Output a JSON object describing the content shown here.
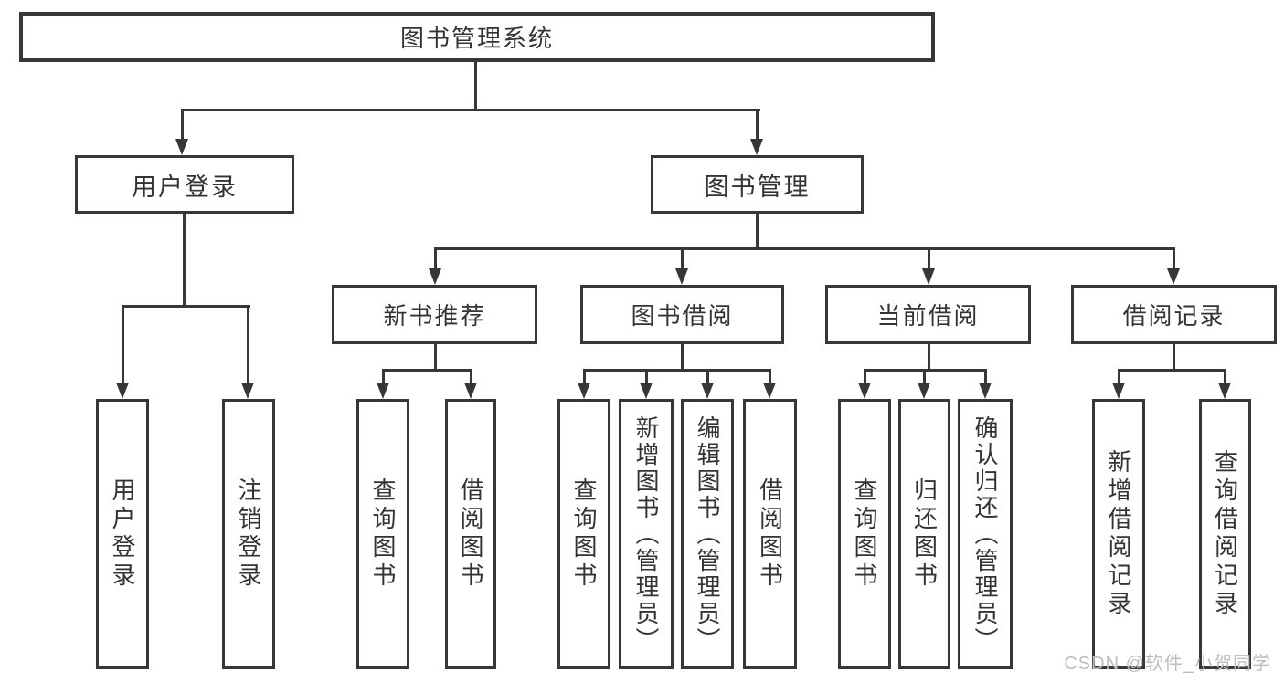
{
  "tree": {
    "root": {
      "label": "图书管理系统"
    },
    "children": [
      {
        "label": "用户登录",
        "children": [
          {
            "label": "用户登录"
          },
          {
            "label": "注销登录"
          }
        ]
      },
      {
        "label": "图书管理",
        "children": [
          {
            "label": "新书推荐",
            "children": [
              {
                "label": "查询图书"
              },
              {
                "label": "借阅图书"
              }
            ]
          },
          {
            "label": "图书借阅",
            "children": [
              {
                "label": "查询图书"
              },
              {
                "label": "新增图书（管理员）"
              },
              {
                "label": "编辑图书（管理员）"
              },
              {
                "label": "借阅图书"
              }
            ]
          },
          {
            "label": "当前借阅",
            "children": [
              {
                "label": "查询图书"
              },
              {
                "label": "归还图书"
              },
              {
                "label": "确认归还（管理员）"
              }
            ]
          },
          {
            "label": "借阅记录",
            "children": [
              {
                "label": "新增借阅记录"
              },
              {
                "label": "查询借阅记录"
              }
            ]
          }
        ]
      }
    ]
  },
  "watermark": {
    "text": "CSDN @软件_小贺同学"
  },
  "colors": {
    "line": "#373737",
    "text": "#333333",
    "background": "#ffffff",
    "watermark": "#bdbdbd"
  }
}
